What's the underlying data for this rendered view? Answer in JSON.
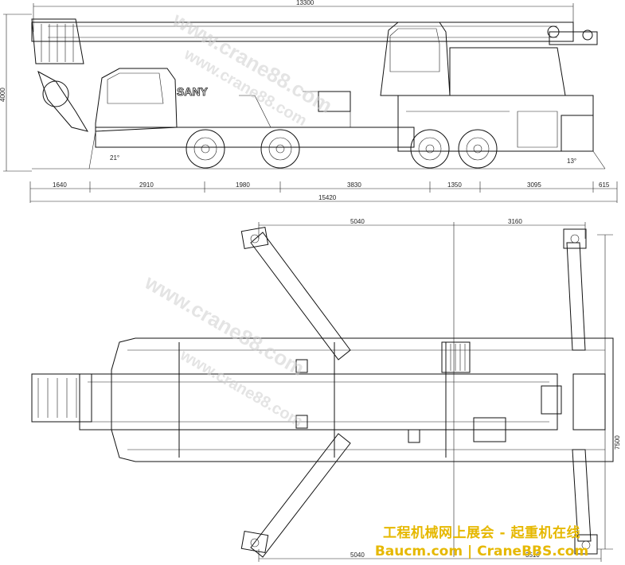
{
  "side_view": {
    "overall_length_top": "13300",
    "height": "4000",
    "approach_angle": "21°",
    "departure_angle": "13°",
    "segments": [
      "1640",
      "2910",
      "1980",
      "3830",
      "1350",
      "3095",
      "615"
    ],
    "overall_length_bottom": "15420",
    "brand": "SANY"
  },
  "top_view": {
    "outrigger_front_span": "5040",
    "outrigger_rear_span": "3160",
    "outrigger_width": "7500",
    "outrigger_front_span_bottom": "5040",
    "outrigger_rear_span_bottom": "3510"
  },
  "watermark": {
    "text": "www.crane88.com"
  },
  "footer": {
    "line1": "工程机械网上展会 - 起重机在线",
    "line2": "Baucm.com | CraneBBS.com"
  }
}
